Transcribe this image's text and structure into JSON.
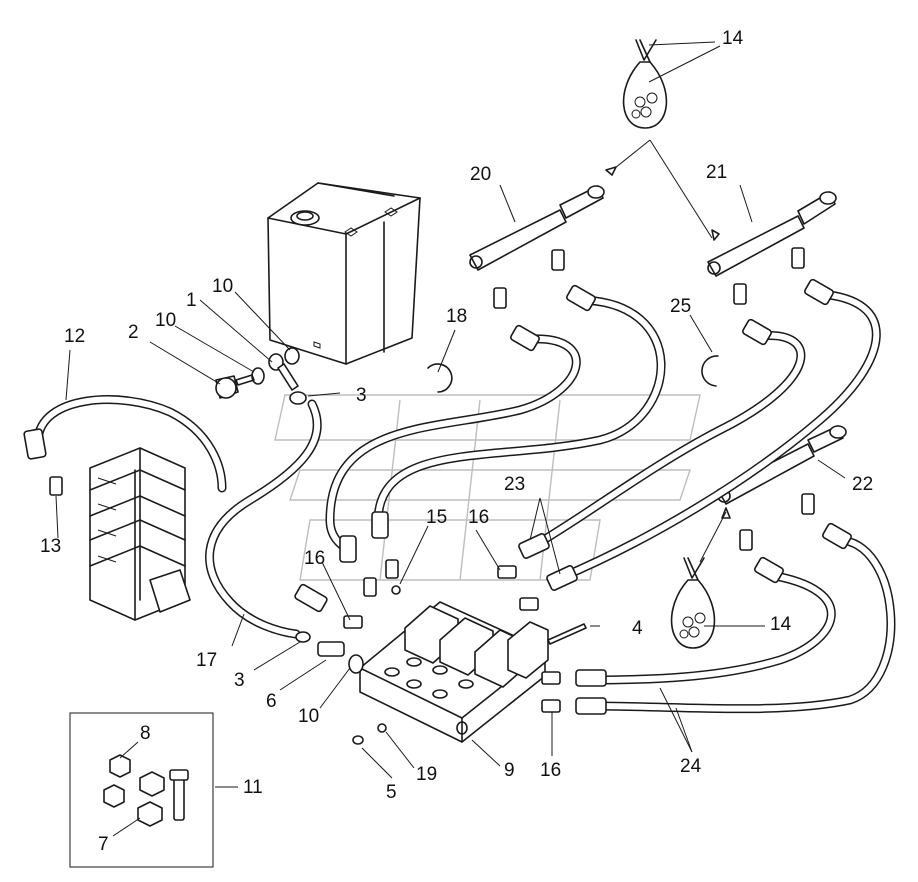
{
  "callouts": {
    "c1": "1",
    "c2": "2",
    "c3a": "3",
    "c3b": "3",
    "c4": "4",
    "c5": "5",
    "c6": "6",
    "c7": "7",
    "c8": "8",
    "c9": "9",
    "c10a": "10",
    "c10b": "10",
    "c10c": "10",
    "c11": "11",
    "c12": "12",
    "c13": "13",
    "c14a": "14",
    "c14b": "14",
    "c15": "15",
    "c16a": "16",
    "c16b": "16",
    "c16c": "16",
    "c17": "17",
    "c18": "18",
    "c19": "19",
    "c20": "20",
    "c21": "21",
    "c22": "22",
    "c23": "23",
    "c24": "24",
    "c25": "25"
  },
  "colors": {
    "line": "#1a1a1a",
    "watermark": "#bdbdbd",
    "background": "#ffffff"
  }
}
